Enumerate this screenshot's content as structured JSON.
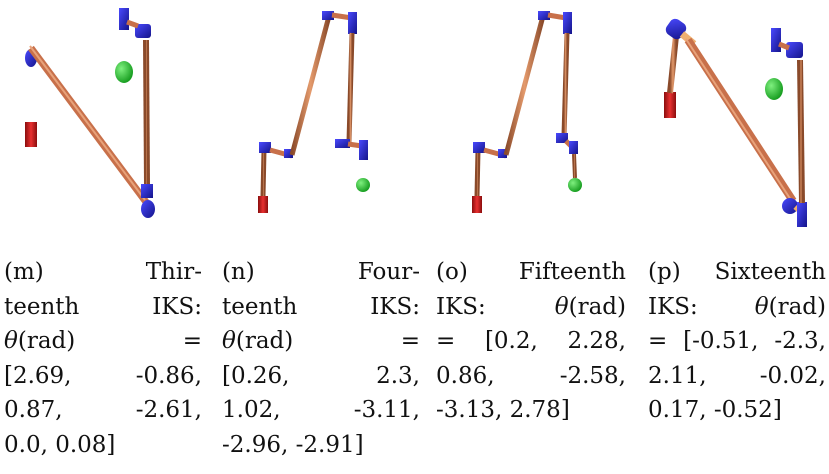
{
  "colors": {
    "link": "#c8704a",
    "link_dark": "#8a4a2a",
    "joint": "#2424cc",
    "joint_dark": "#14148a",
    "base": "#cc1a1a",
    "target": "#1fbf2a"
  },
  "panels": [
    {
      "id": "m",
      "caption_lines": [
        [
          "(m)",
          "Thir-"
        ],
        [
          "teenth",
          "IKS:"
        ],
        [
          "θ(rad)",
          "="
        ],
        [
          "[2.69,",
          "-0.86,"
        ],
        [
          "0.87,",
          "-2.61,"
        ],
        [
          "0.0, 0.08]"
        ]
      ]
    },
    {
      "id": "n",
      "caption_lines": [
        [
          "(n)",
          "Four-"
        ],
        [
          "teenth",
          "IKS:"
        ],
        [
          "θ(rad)",
          "="
        ],
        [
          "[0.26,",
          "2.3,"
        ],
        [
          "1.02,",
          "-3.11,"
        ],
        [
          "-2.96, -2.91]"
        ]
      ]
    },
    {
      "id": "o",
      "caption_lines": [
        [
          "(o)",
          "Fifteenth"
        ],
        [
          "IKS:",
          "θ(rad)"
        ],
        [
          "=",
          "[0.2,",
          "2.28,"
        ],
        [
          "0.86,",
          "-2.58,"
        ],
        [
          "-3.13, 2.78]"
        ]
      ]
    },
    {
      "id": "p",
      "caption_lines": [
        [
          "(p)",
          "Sixteenth"
        ],
        [
          "IKS:",
          "θ(rad)"
        ],
        [
          "=",
          "[-0.51,",
          "-2.3,"
        ],
        [
          "2.11,",
          "-0.02,"
        ],
        [
          "0.17, -0.52]"
        ]
      ]
    }
  ]
}
